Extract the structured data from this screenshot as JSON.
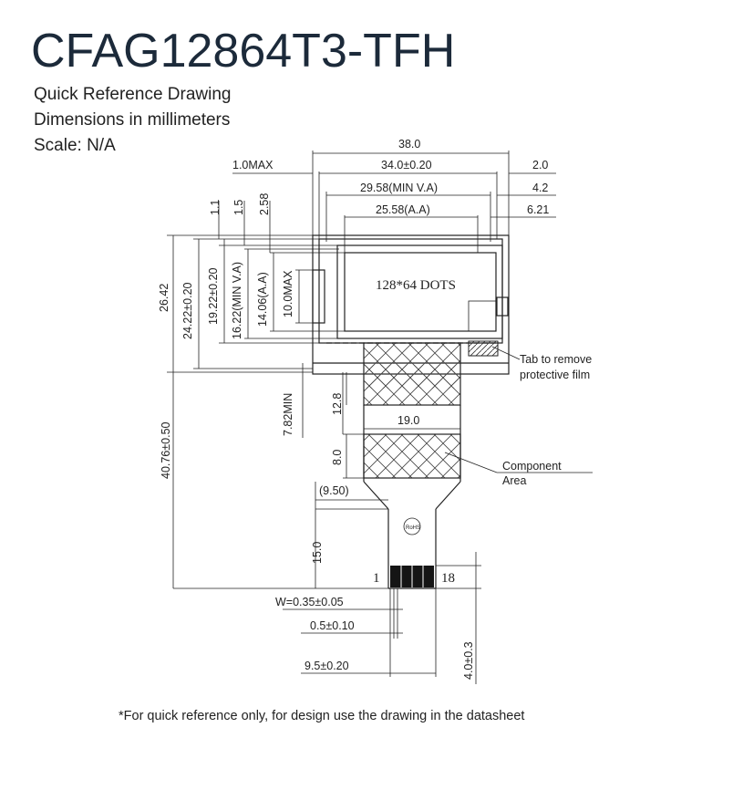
{
  "header": {
    "part_number": "CFAG12864T3-TFH",
    "line1": "Quick Reference Drawing",
    "line2": "Dimensions in millimeters",
    "line3": "Scale: N/A"
  },
  "footnote": "*For quick reference only, for design use the drawing in the datasheet",
  "dims": {
    "w_38": "38.0",
    "w_34": "34.0±0.20",
    "w_2958": "29.58(MIN V.A)",
    "w_2558": "25.58(A.A)",
    "max_1": "1.0MAX",
    "r_20": "2.0",
    "r_42": "4.2",
    "r_621": "6.21",
    "v_11": "1.1",
    "v_15": "1.5",
    "v_258": "2.58",
    "h_2642": "26.42",
    "h_2422": "24.22±0.20",
    "h_1922": "19.22±0.20",
    "h_1622": "16.22(MIN V.A)",
    "h_1406": "14.06(A.A)",
    "h_100": "10.0MAX",
    "h_782": "7.82MIN",
    "h_4076": "40.76±0.50",
    "h_128": "12.8",
    "h_80": "8.0",
    "w_190": "19.0",
    "w_950": "(9.50)",
    "h_150": "15.0",
    "w_pin": "W=0.35±0.05",
    "pitch": "0.5±0.10",
    "w_95": "9.5±0.20",
    "h_40": "4.0±0.3"
  },
  "labels": {
    "dots": "128*64 DOTS",
    "tab": "Tab to remove",
    "tab2": "protective film",
    "comp": "Component",
    "comp2": "Area",
    "pin1": "1",
    "pin18": "18",
    "rohs": "RoHS"
  }
}
